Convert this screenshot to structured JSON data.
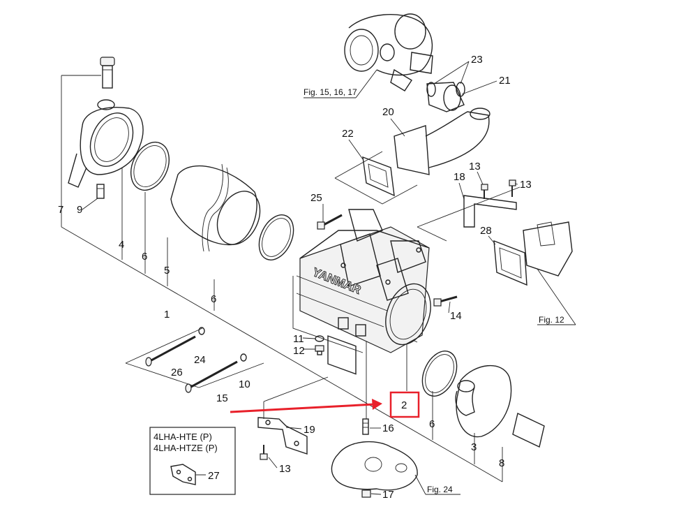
{
  "labels": [
    {
      "id": "1",
      "text": "1"
    },
    {
      "id": "2",
      "text": "2"
    },
    {
      "id": "3",
      "text": "3"
    },
    {
      "id": "4",
      "text": "4"
    },
    {
      "id": "5",
      "text": "5"
    },
    {
      "id": "6a",
      "text": "6"
    },
    {
      "id": "6b",
      "text": "6"
    },
    {
      "id": "6c",
      "text": "6"
    },
    {
      "id": "7",
      "text": "7"
    },
    {
      "id": "8",
      "text": "8"
    },
    {
      "id": "9",
      "text": "9"
    },
    {
      "id": "10",
      "text": "10"
    },
    {
      "id": "11",
      "text": "11"
    },
    {
      "id": "12",
      "text": "12"
    },
    {
      "id": "13a",
      "text": "13"
    },
    {
      "id": "13b",
      "text": "13"
    },
    {
      "id": "13c",
      "text": "13"
    },
    {
      "id": "14",
      "text": "14"
    },
    {
      "id": "15",
      "text": "15"
    },
    {
      "id": "16",
      "text": "16"
    },
    {
      "id": "17",
      "text": "17"
    },
    {
      "id": "18",
      "text": "18"
    },
    {
      "id": "19",
      "text": "19"
    },
    {
      "id": "20",
      "text": "20"
    },
    {
      "id": "21",
      "text": "21"
    },
    {
      "id": "22",
      "text": "22"
    },
    {
      "id": "23",
      "text": "23"
    },
    {
      "id": "24",
      "text": "24"
    },
    {
      "id": "25",
      "text": "25"
    },
    {
      "id": "26",
      "text": "26"
    },
    {
      "id": "27",
      "text": "27"
    },
    {
      "id": "28",
      "text": "28"
    }
  ],
  "figure_refs": {
    "turbo": "Fig. 15, 16, 17",
    "intake": "Fig. 12",
    "pump": "Fig. 24"
  },
  "inset": {
    "line1": "4LHA-HTE (P)",
    "line2": "4LHA-HTZE (P)"
  },
  "logo_text": "YANMAR",
  "highlight": {
    "part": "2",
    "color": "#e8202a"
  },
  "colors": {
    "ink": "#222222",
    "highlight": "#e8202a"
  }
}
